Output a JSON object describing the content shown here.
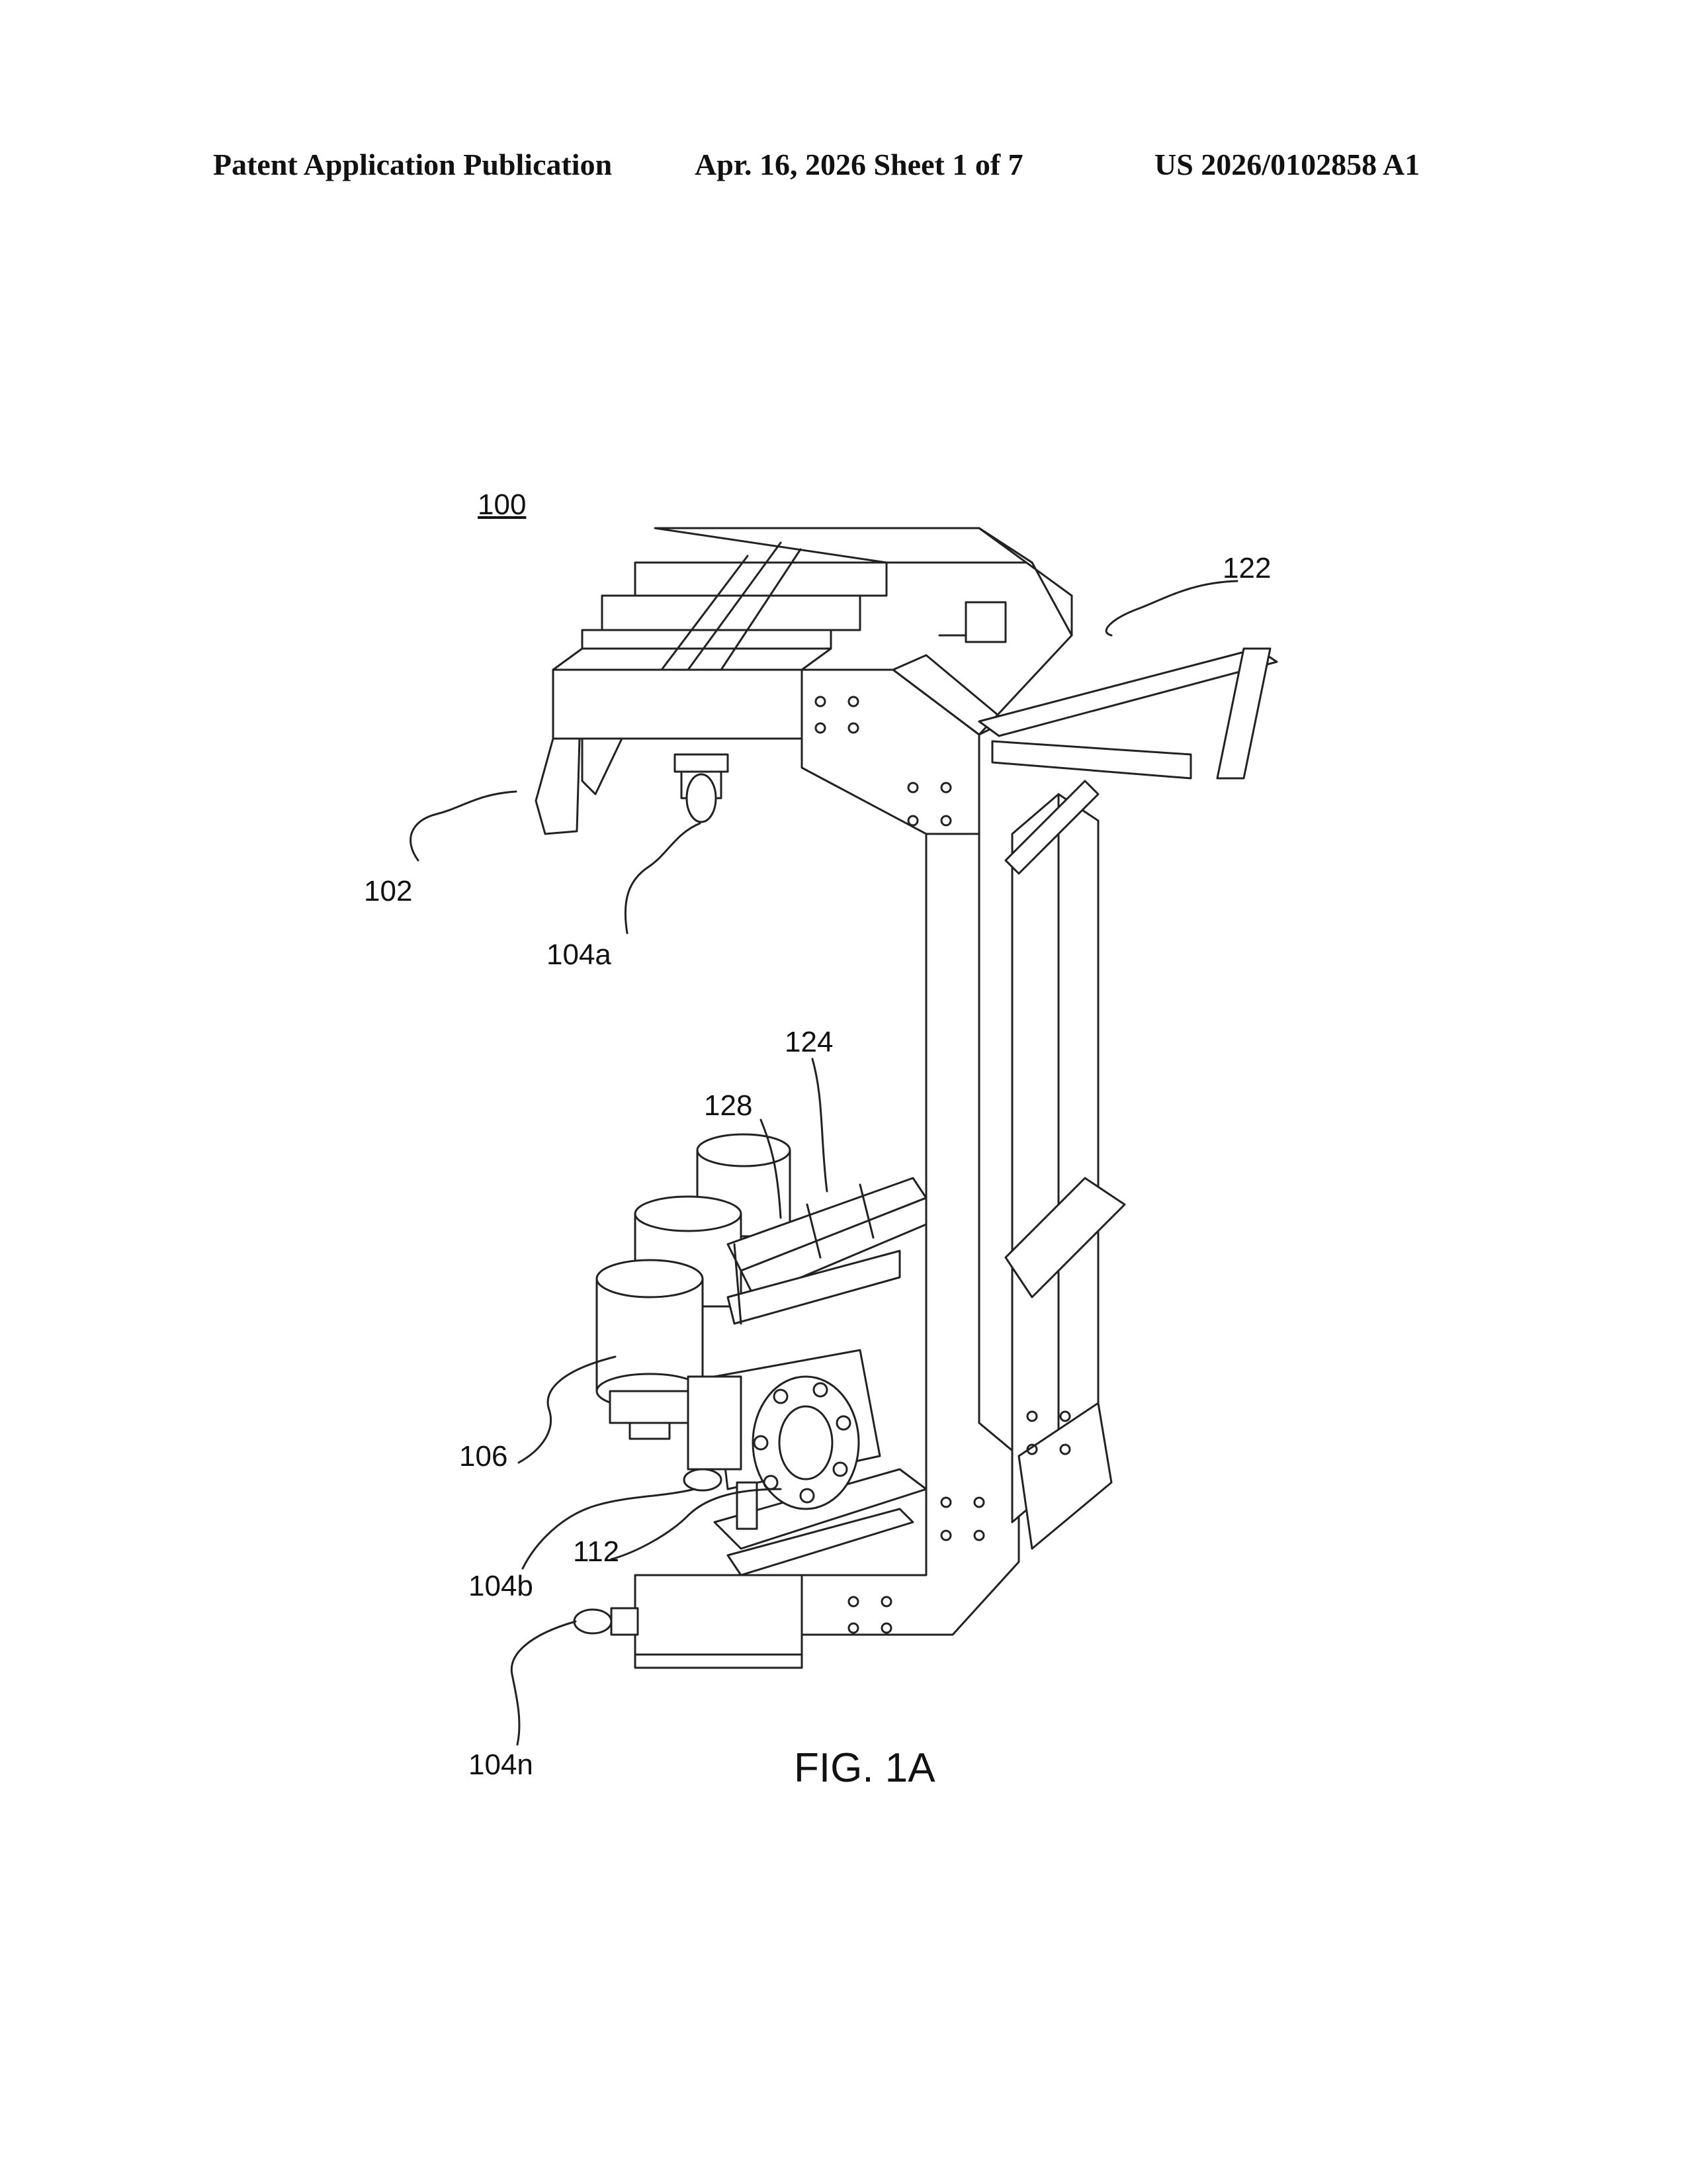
{
  "header": {
    "publication": "Patent Application Publication",
    "date_sheet": "Apr. 16, 2026  Sheet 1 of 7",
    "number": "US 2026/0102858 A1"
  },
  "figure": {
    "caption": "FIG. 1A",
    "reference_numerals": {
      "r100": "100",
      "r122": "122",
      "r102": "102",
      "r104a": "104a",
      "r124": "124",
      "r128": "128",
      "r106": "106",
      "r112": "112",
      "r104b": "104b",
      "r104n": "104n"
    }
  }
}
